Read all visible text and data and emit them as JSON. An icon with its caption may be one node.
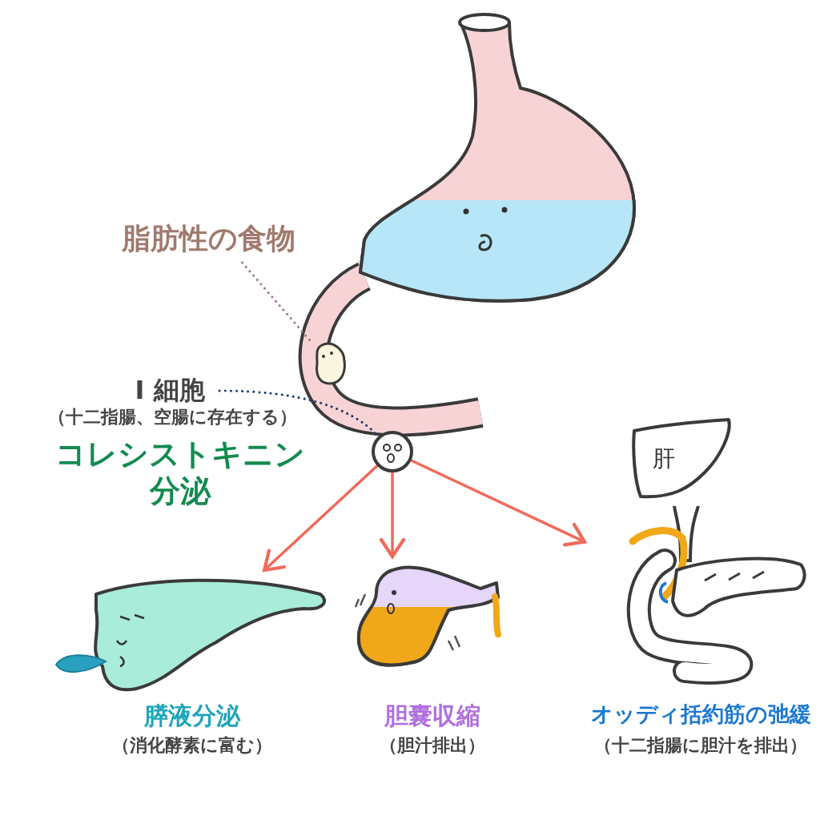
{
  "diagram": {
    "nodes": [
      {
        "text": [
          "脂肪性の食物"
        ]
      },
      {
        "text": [],
        "shape": "picture"
      },
      {
        "text": [
          "I 細胞"
        ]
      },
      {
        "text": [],
        "shape": "circle"
      },
      {
        "text": [
          "膵液分泌",
          "（消化酵素に富む）"
        ]
      },
      {
        "text": [
          "胆嚢収縮",
          "（胆汁排出）"
        ]
      },
      {
        "text": [
          "オッディ括約筋の弛緩",
          "（十二指腸に胆汁を排出）"
        ]
      },
      {
        "text": [
          "肝"
        ]
      }
    ],
    "edges": [
      {
        "from": 0,
        "to": 1,
        "arrow": "none",
        "style": "dashed",
        "color": "#9b7b6e"
      },
      {
        "from": 2,
        "to": 3,
        "arrow": "none",
        "style": "dashed",
        "color": "#1f3a6e"
      },
      {
        "from": 3,
        "to": 4,
        "arrow": "to"
      },
      {
        "from": 3,
        "to": 5,
        "arrow": "to"
      },
      {
        "from": 3,
        "to": 6,
        "arrow": "to"
      }
    ],
    "labels": [
      "（十二指腸、空腸に存在する）",
      "コレシストキニン分泌"
    ]
  }
}
